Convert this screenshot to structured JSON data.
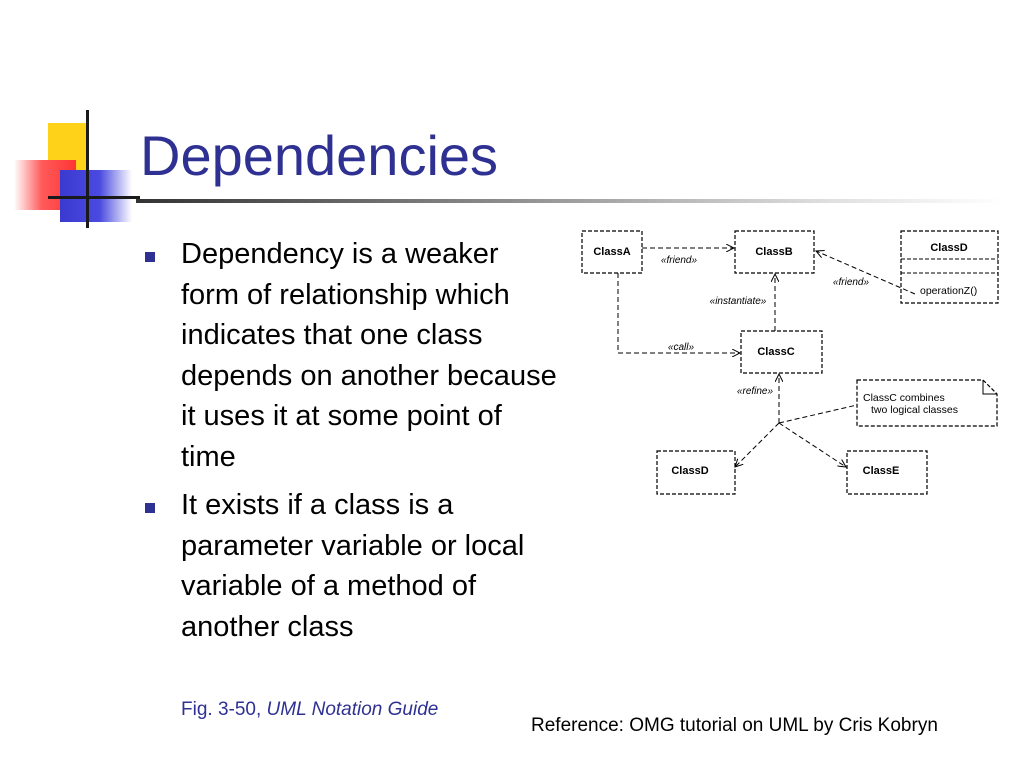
{
  "slide": {
    "title": "Dependencies",
    "bullets": [
      "Dependency is a weaker form of relationship which indicates that one class depends on another because it uses it at some point of time",
      "It exists if a class is a parameter variable or local variable of a method of another class"
    ],
    "figure_caption": {
      "prefix": "Fig. 3-50, ",
      "source": "UML Notation Guide"
    },
    "reference": "Reference: OMG tutorial on UML by Cris Kobryn"
  },
  "diagram": {
    "classes": {
      "classA": "ClassA",
      "classB": "ClassB",
      "classD_top": "ClassD",
      "classD_operation": "operationZ()",
      "classC": "ClassC",
      "classD_bottom": "ClassD",
      "classE": "ClassE"
    },
    "stereotypes": {
      "friend_ab": "«friend»",
      "friend_db": "«friend»",
      "instantiate": "«instantiate»",
      "call": "«call»",
      "refine": "«refine»"
    },
    "note": {
      "line1": "ClassC combines",
      "line2": "two logical classes"
    }
  },
  "colors": {
    "title": "#2e3192",
    "bullet": "#2e3192",
    "caption": "#2e3192"
  }
}
